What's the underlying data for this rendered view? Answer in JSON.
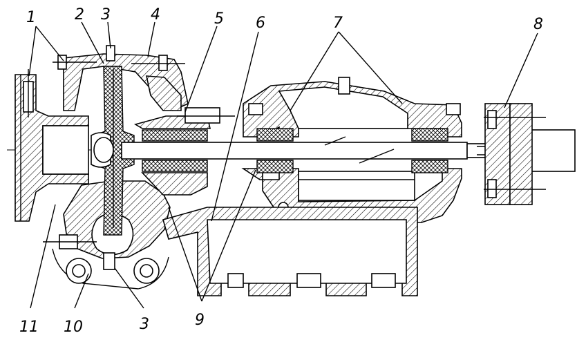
{
  "callouts": {
    "c1": "1",
    "c2": "2",
    "c3_top": "3",
    "c4": "4",
    "c5": "5",
    "c6": "6",
    "c7": "7",
    "c8": "8",
    "c9": "9",
    "c10": "10",
    "c3_bottom": "3",
    "c11": "11"
  }
}
